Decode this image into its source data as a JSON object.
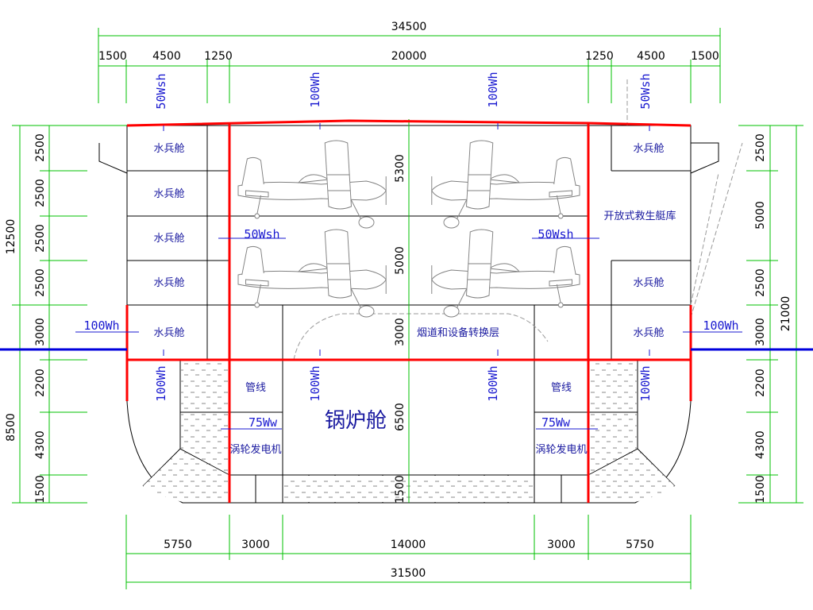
{
  "colors": {
    "dim_line": "#00c000",
    "armor_red": "#ff0000",
    "waterline": "#0000dd",
    "outline": "#000000",
    "annotation": "#1a1ad0",
    "aircraft": "#808080"
  },
  "dims": {
    "top_total": "34500",
    "top_segments": [
      "1500",
      "4500",
      "1250",
      "20000",
      "1250",
      "4500",
      "1500"
    ],
    "bottom_segments": [
      "5750",
      "3000",
      "14000",
      "3000",
      "5750"
    ],
    "bottom_total": "31500",
    "left_upper_total": "12500",
    "left_lower_total": "8500",
    "left_rows": [
      "2500",
      "2500",
      "2500",
      "2500",
      "3000",
      "2200",
      "4300",
      "1500"
    ],
    "right_total": "21000",
    "right_rows": [
      "2500",
      "5000",
      "2500",
      "3000",
      "2200",
      "4300",
      "1500"
    ],
    "center_rows": [
      "5300",
      "5000",
      "3000",
      "6500",
      "1500"
    ]
  },
  "rooms": {
    "crew_quarters": "水兵舱",
    "lifeboat_hangar": "开放式救生艇库",
    "uptake_layer": "烟道和设备转换层",
    "boiler_room": "锅炉舱",
    "piping": "管线",
    "turbo_generator": "涡轮发电机"
  },
  "armor_labels": {
    "upper_side_50": "50Wsh",
    "deck_100": "100Wh",
    "hangar_side_50": "50Wsh",
    "belt_100": "100Wh",
    "lower_100": "100Wh",
    "bulkhead_75": "75Ww"
  }
}
